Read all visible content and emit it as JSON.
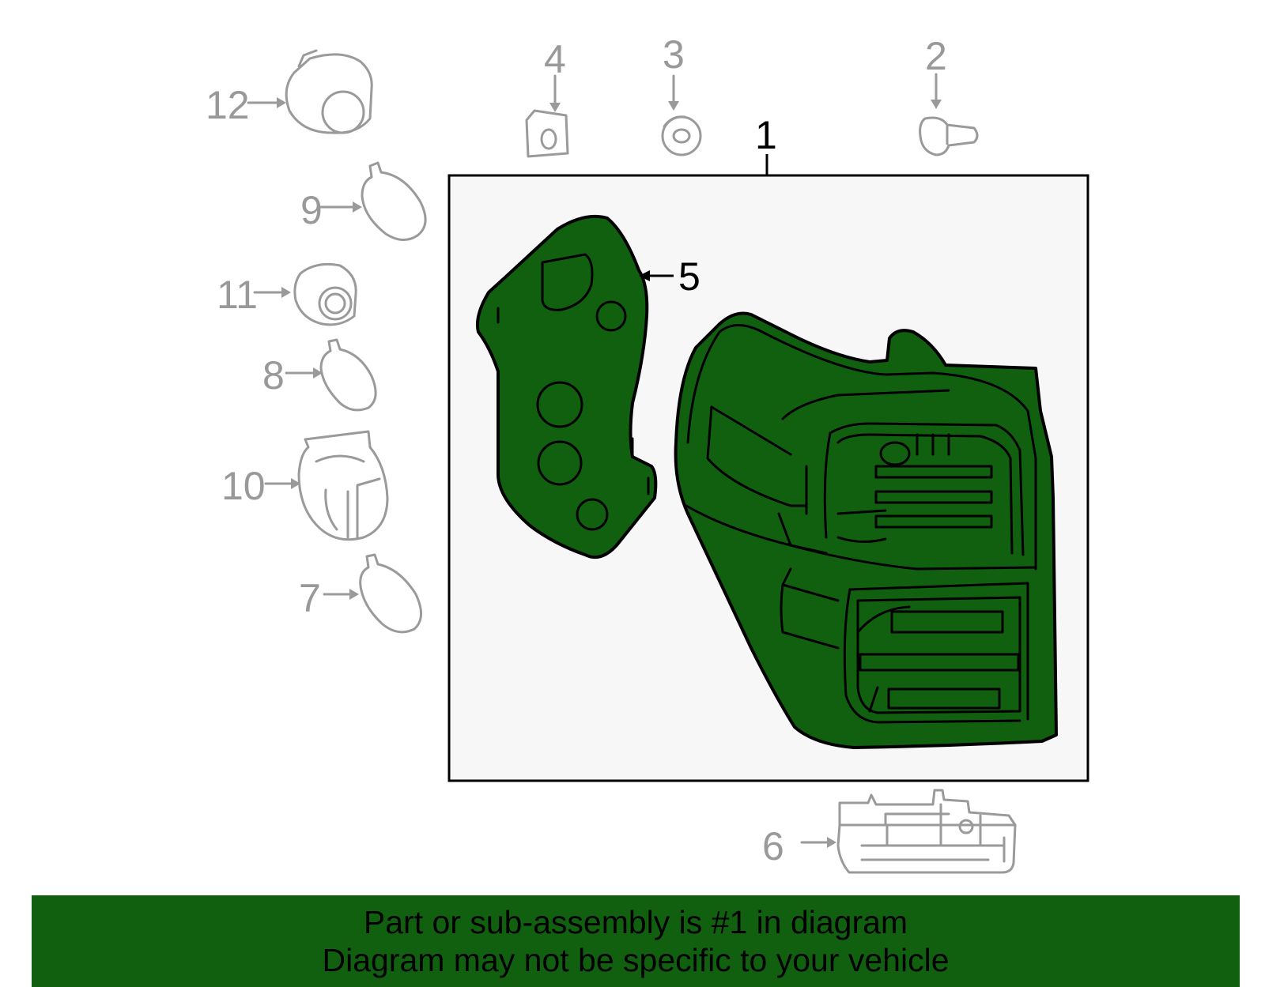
{
  "callouts": {
    "c1": "1",
    "c2": "2",
    "c3": "3",
    "c4": "4",
    "c5": "5",
    "c6": "6",
    "c7": "7",
    "c8": "8",
    "c9": "9",
    "c10": "10",
    "c11": "11",
    "c12": "12"
  },
  "banner": {
    "line1": "Part or sub-assembly is #1 in diagram",
    "line2": "Diagram may not be specific to your vehicle"
  },
  "colors": {
    "highlight": "#116010",
    "ghost_parts": "#9a9a9a",
    "assembly_box": "#f7f7f7"
  }
}
